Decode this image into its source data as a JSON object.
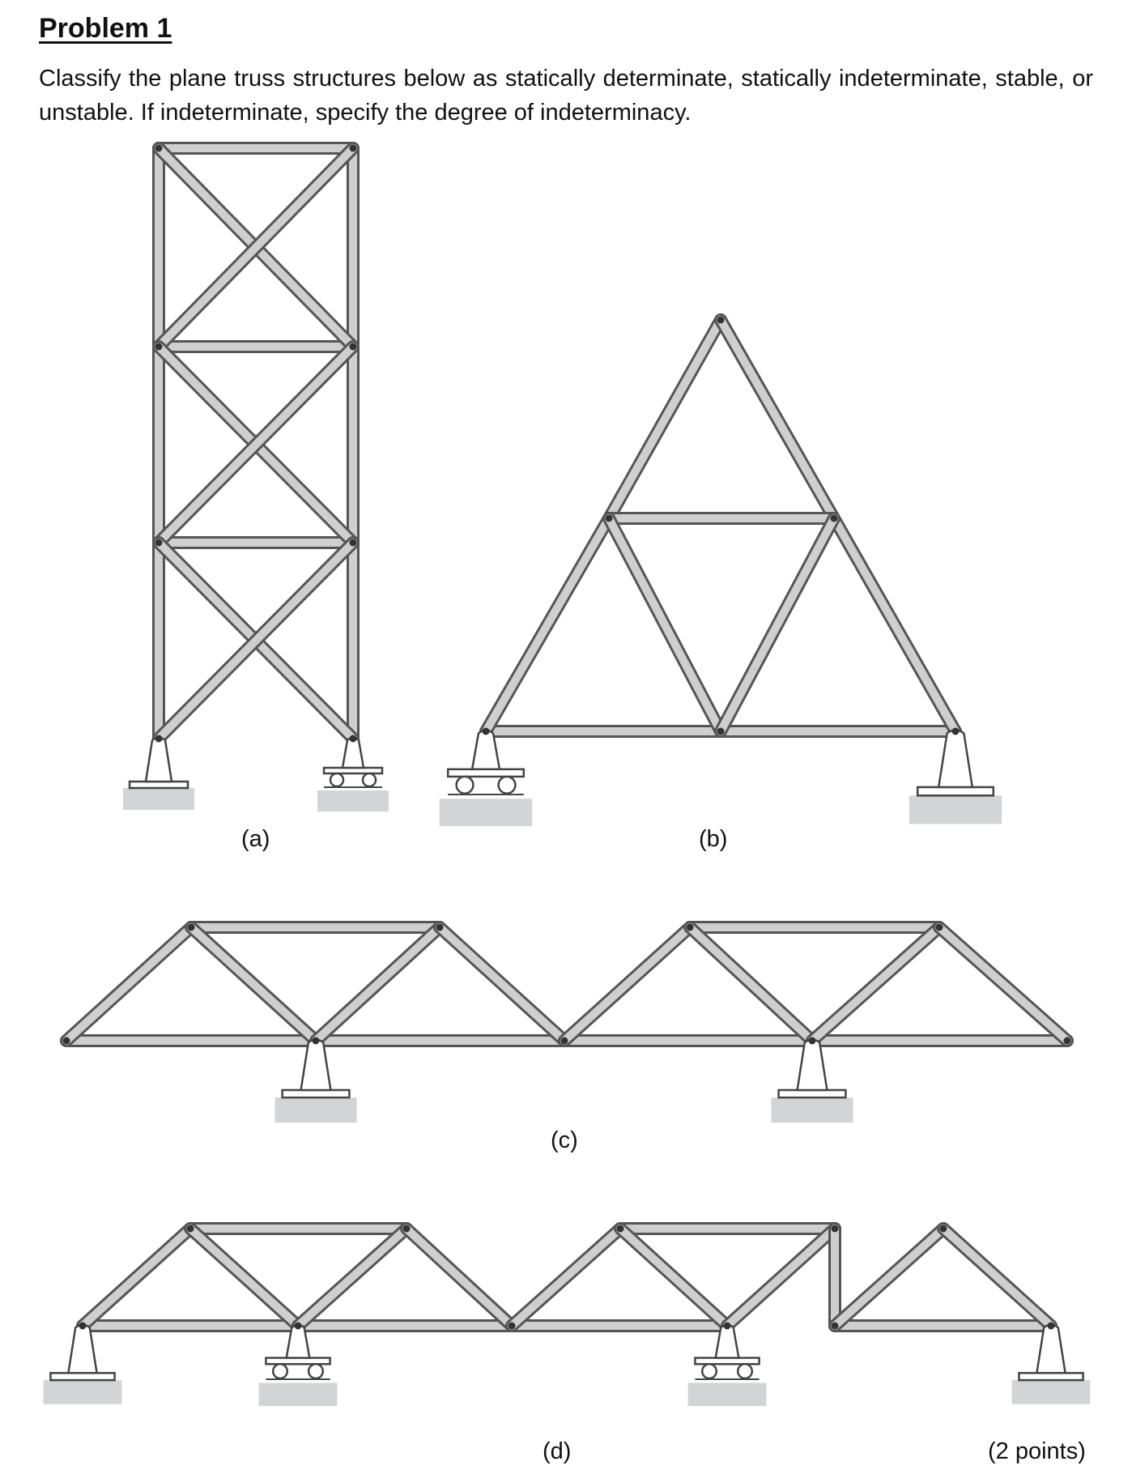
{
  "problem": {
    "title": "Problem 1",
    "prompt": "Classify the plane truss structures below as statically determinate, statically indeterminate, stable, or unstable. If indeterminate, specify the degree of indeterminacy."
  },
  "figures": [
    {
      "label": "(a)"
    },
    {
      "label": "(b)"
    },
    {
      "label": "(c)"
    },
    {
      "label": "(d)"
    }
  ],
  "points": "(2 points)"
}
